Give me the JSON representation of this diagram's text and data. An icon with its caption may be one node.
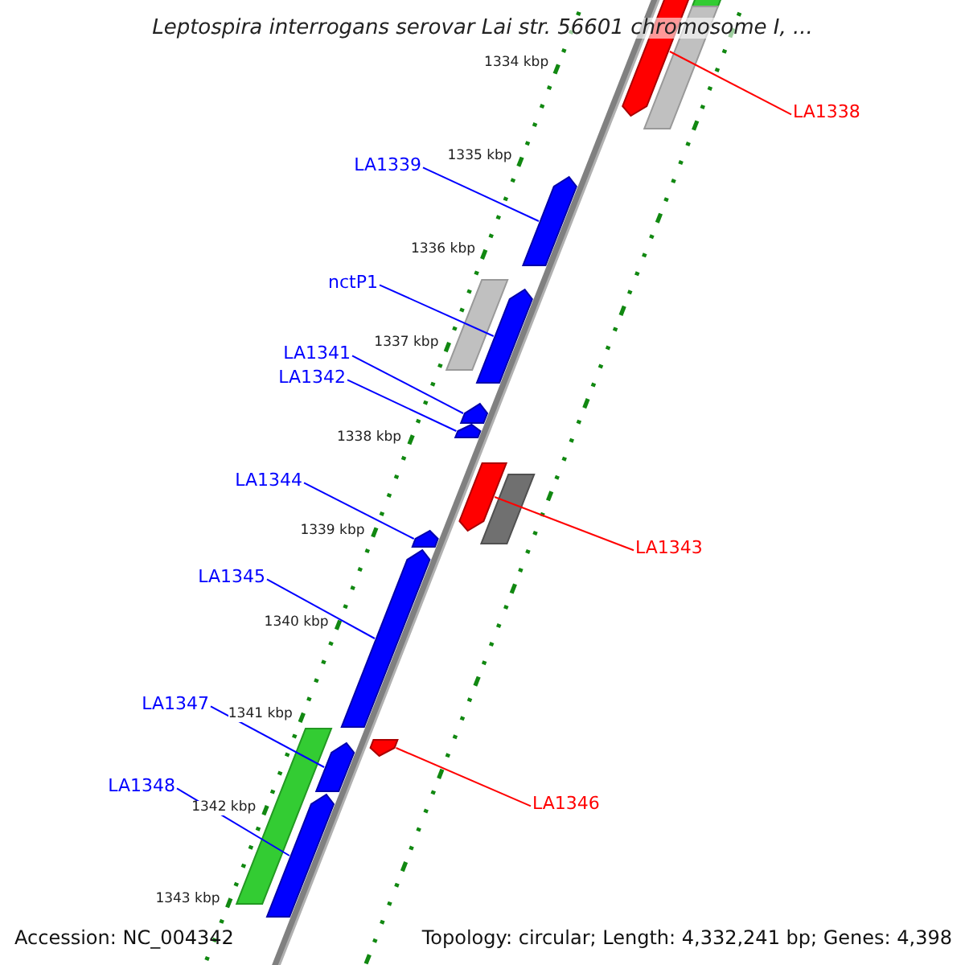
{
  "diagram": {
    "title": "Leptospira interrogans serovar Lai str. 56601 chromosome I, ...",
    "nodes": [
      {
        "text": [
          "LA1338"
        ]
      },
      {
        "text": [],
        "shape": "bar"
      },
      {
        "text": [
          "LA1339"
        ]
      },
      {
        "text": [],
        "shape": "bar"
      },
      {
        "text": [
          "nctP1"
        ]
      },
      {
        "text": [],
        "shape": "bar"
      },
      {
        "text": [
          "LA1341"
        ]
      },
      {
        "text": [],
        "shape": "bar"
      },
      {
        "text": [
          "LA1342"
        ]
      },
      {
        "text": [],
        "shape": "bar"
      },
      {
        "text": [
          "LA1343"
        ]
      },
      {
        "text": [],
        "shape": "bar"
      },
      {
        "text": [
          "LA1344"
        ]
      },
      {
        "text": [],
        "shape": "bar"
      },
      {
        "text": [
          "LA1345"
        ]
      },
      {
        "text": [],
        "shape": "bar"
      },
      {
        "text": [
          "LA1346"
        ]
      },
      {
        "text": [],
        "shape": "bar"
      },
      {
        "text": [
          "LA1347"
        ]
      },
      {
        "text": [],
        "shape": "bar"
      },
      {
        "text": [
          "LA1348"
        ]
      },
      {
        "text": [],
        "shape": "bar"
      },
      {
        "text": [],
        "shape": "bar"
      },
      {
        "text": [],
        "shape": "bar"
      },
      {
        "text": [],
        "shape": "bar"
      },
      {
        "text": [],
        "shape": "bar"
      },
      {
        "text": [],
        "shape": "bar"
      }
    ],
    "edges": [
      {
        "from": 0,
        "to": 1,
        "arrow": "none",
        "color": "#ff0000"
      },
      {
        "from": 2,
        "to": 3,
        "arrow": "none"
      },
      {
        "from": 4,
        "to": 5,
        "arrow": "none"
      },
      {
        "from": 6,
        "to": 7,
        "arrow": "none"
      },
      {
        "from": 8,
        "to": 9,
        "arrow": "none"
      },
      {
        "from": 10,
        "to": 11,
        "arrow": "none",
        "color": "#ff0000"
      },
      {
        "from": 12,
        "to": 13,
        "arrow": "none"
      },
      {
        "from": 14,
        "to": 15,
        "arrow": "none"
      },
      {
        "from": 16,
        "to": 17,
        "arrow": "none",
        "color": "#ff0000"
      },
      {
        "from": 18,
        "to": 19,
        "arrow": "none"
      },
      {
        "from": 20,
        "to": 21,
        "arrow": "none"
      }
    ],
    "labels": [
      "1334 kbp",
      "1335 kbp",
      "1336 kbp",
      "1337 kbp",
      "1338 kbp",
      "1339 kbp",
      "1340 kbp",
      "1341 kbp",
      "1342 kbp",
      "1343 kbp",
      "Accession: NC_004342",
      "Topology: circular; Length: 4,332,241 bp; Genes: 4,398"
    ]
  }
}
